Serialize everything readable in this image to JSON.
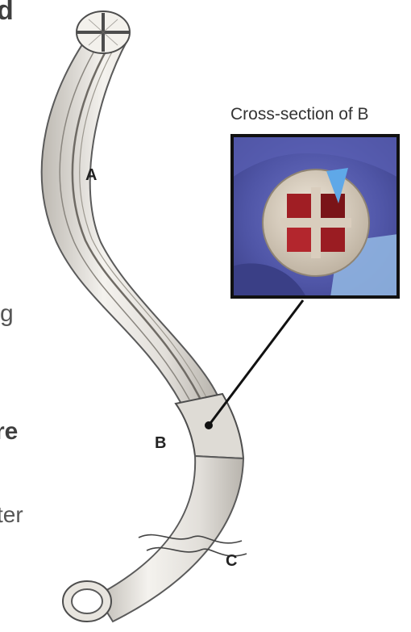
{
  "text_fragments": {
    "top": "d",
    "middle": "g",
    "bold": "re",
    "lower": "ter"
  },
  "labels": {
    "a": "A",
    "b": "B",
    "c": "C"
  },
  "inset": {
    "caption": "Cross-section of B"
  },
  "colors": {
    "tube_fill": "#e6e3de",
    "tube_edge": "#5a5a5a",
    "glove_blue": "#5f63b8",
    "catheter_red": "#b02a2a",
    "connector": "#111111"
  }
}
